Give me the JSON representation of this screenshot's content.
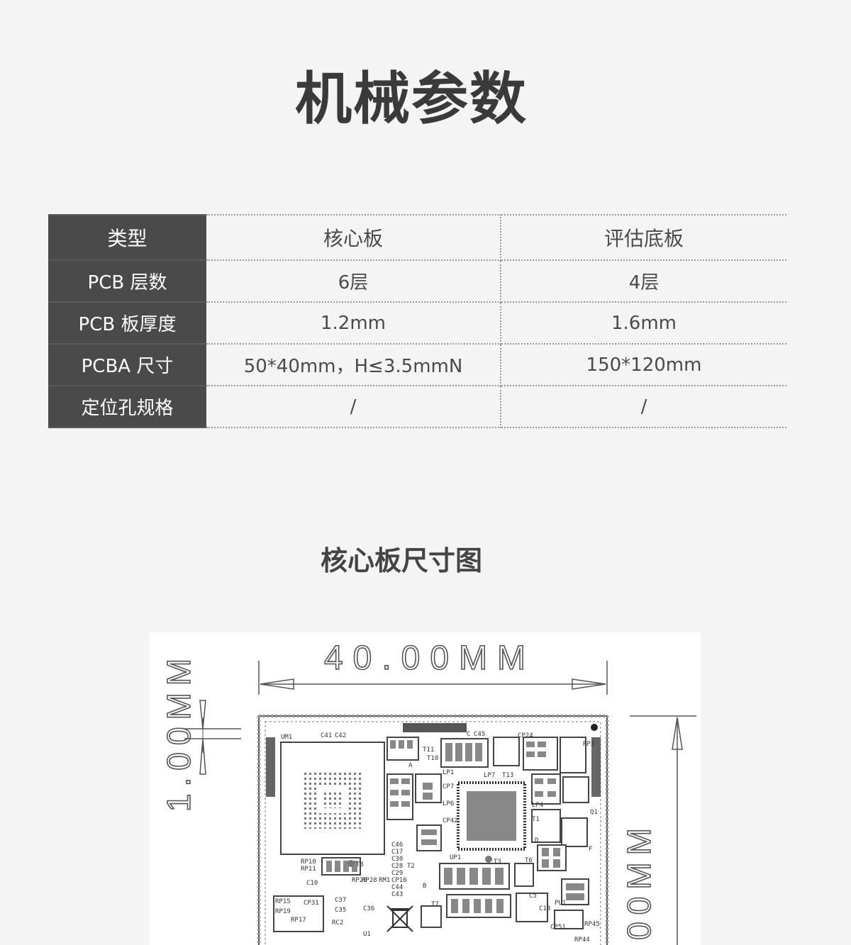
{
  "title": "机械参数",
  "table": {
    "header": {
      "label": "类型",
      "core": "核心板",
      "eval": "评估底板"
    },
    "rows": [
      {
        "label": "PCB 层数",
        "core": "6层",
        "eval": "4层"
      },
      {
        "label": "PCB 板厚度",
        "core": "1.2mm",
        "eval": "1.6mm"
      },
      {
        "label": "PCBA 尺寸",
        "core": "50*40mm，H≤3.5mmN",
        "eval": "150*120mm"
      },
      {
        "label": "定位孔规格",
        "core": "/",
        "eval": "/"
      }
    ]
  },
  "drawing": {
    "title": "核心板尺寸图",
    "width_dim": "40.00MM",
    "thickness_dim": "1.00MM",
    "height_dim": "00MM",
    "labels": [
      "UM1",
      "C41",
      "C42",
      "C45",
      "T10",
      "T11",
      "A",
      "C",
      "LP7",
      "T13",
      "LP4",
      "T1",
      "LP1",
      "CP7",
      "LP6",
      "CP42",
      "T8",
      "RP10",
      "RP11",
      "C10",
      "RP20",
      "RP28",
      "C46",
      "C17",
      "C30",
      "C28",
      "C29",
      "CP16",
      "C44",
      "C43",
      "RM1",
      "T2",
      "B",
      "UP1",
      "T3",
      "T6",
      "D",
      "F",
      "RP15",
      "CP31",
      "C37",
      "C35",
      "C36",
      "RP19",
      "RP17",
      "RC2",
      "U1",
      "T7",
      "C5",
      "CP51",
      "RP44",
      "RP45",
      "RP3",
      "Q1",
      "CP24",
      "PU1",
      "C18"
    ]
  }
}
